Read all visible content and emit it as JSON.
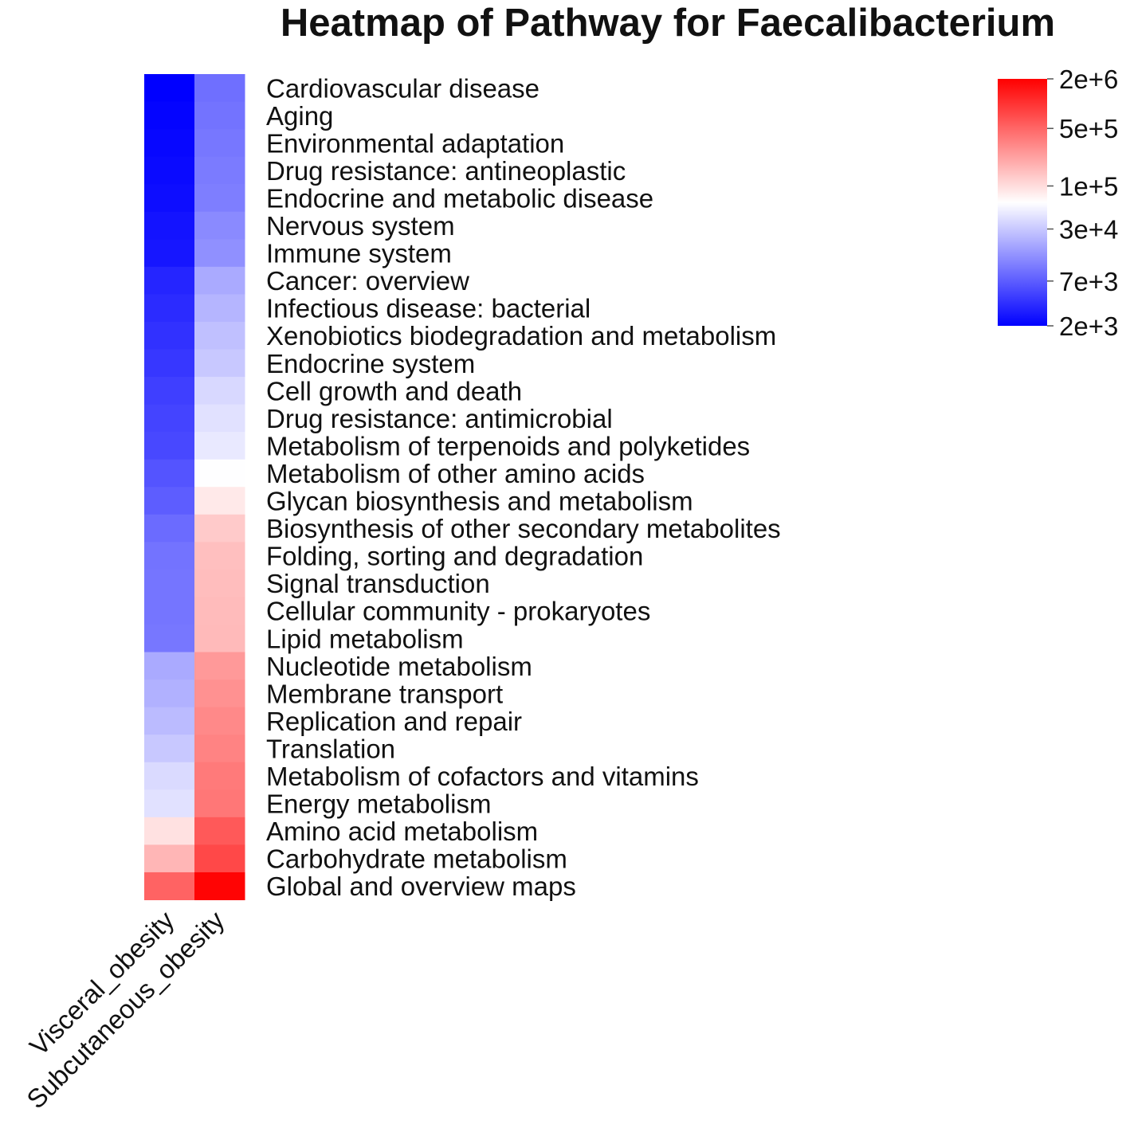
{
  "chart_data": {
    "type": "heatmap",
    "title": "Heatmap of Pathway for Faecalibacterium",
    "columns": [
      "Visceral_obesity",
      "Subcutaneous_obesity"
    ],
    "rows": [
      "Cardiovascular disease",
      "Aging",
      "Environmental adaptation",
      "Drug resistance: antineoplastic",
      "Endocrine and metabolic disease",
      "Nervous system",
      "Immune system",
      "Cancer: overview",
      "Infectious disease: bacterial",
      "Xenobiotics biodegradation and metabolism",
      "Endocrine system",
      "Cell growth and death",
      "Drug resistance: antimicrobial",
      "Metabolism of terpenoids and polyketides",
      "Metabolism of other amino acids",
      "Glycan biosynthesis and metabolism",
      "Biosynthesis of other secondary metabolites",
      "Folding, sorting and degradation",
      "Signal transduction",
      "Cellular community - prokaryotes",
      "Lipid metabolism",
      "Nucleotide metabolism",
      "Membrane transport",
      "Replication and repair",
      "Translation",
      "Metabolism of cofactors and vitamins",
      "Energy metabolism",
      "Amino acid metabolism",
      "Carbohydrate metabolism",
      "Global and overview maps"
    ],
    "values": [
      [
        2000,
        9000
      ],
      [
        2100,
        9500
      ],
      [
        2200,
        10000
      ],
      [
        2300,
        10500
      ],
      [
        2400,
        11000
      ],
      [
        2600,
        13000
      ],
      [
        2700,
        14000
      ],
      [
        3300,
        20000
      ],
      [
        3600,
        23000
      ],
      [
        3900,
        27000
      ],
      [
        4200,
        30000
      ],
      [
        4700,
        37000
      ],
      [
        5000,
        42000
      ],
      [
        5300,
        47000
      ],
      [
        6200,
        62000
      ],
      [
        7000,
        85000
      ],
      [
        8500,
        130000
      ],
      [
        9500,
        150000
      ],
      [
        9700,
        155000
      ],
      [
        9800,
        158000
      ],
      [
        10000,
        160000
      ],
      [
        20000,
        250000
      ],
      [
        22000,
        280000
      ],
      [
        25000,
        310000
      ],
      [
        30000,
        340000
      ],
      [
        38000,
        380000
      ],
      [
        42000,
        400000
      ],
      [
        95000,
        600000
      ],
      [
        170000,
        750000
      ],
      [
        520000,
        1900000
      ]
    ],
    "color_scale": {
      "type": "log",
      "min": 2000,
      "max": 2000000,
      "colors": [
        "#0000ff",
        "#ffffff",
        "#ff0000"
      ],
      "midpoint": 63000
    },
    "legend": {
      "position": "top-right",
      "ticks": [
        {
          "label": "2e+6",
          "value": 2000000
        },
        {
          "label": "5e+5",
          "value": 500000
        },
        {
          "label": "1e+5",
          "value": 100000
        },
        {
          "label": "3e+4",
          "value": 30000
        },
        {
          "label": "7e+3",
          "value": 7000
        },
        {
          "label": "2e+3",
          "value": 2000
        }
      ]
    }
  }
}
